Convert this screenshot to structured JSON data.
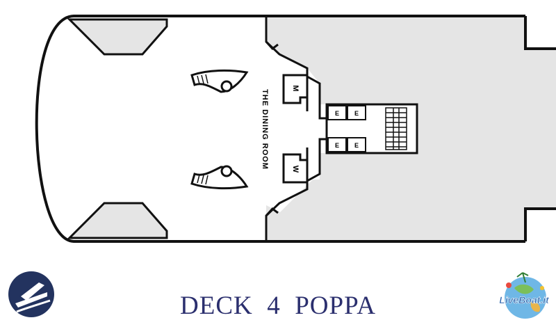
{
  "map": {
    "room_label": "THE DINING ROOM",
    "restrooms": {
      "men": "M",
      "women": "W",
      "elevator": "E"
    }
  },
  "footer": {
    "deck_title": "DECK  4  POPPA",
    "brand_logo_text": "LiveBoat.it"
  },
  "colors": {
    "outline": "#111111",
    "restricted_area": "#e5e5e5",
    "title": "#2b2f6e",
    "logo_navy": "#23335f"
  }
}
